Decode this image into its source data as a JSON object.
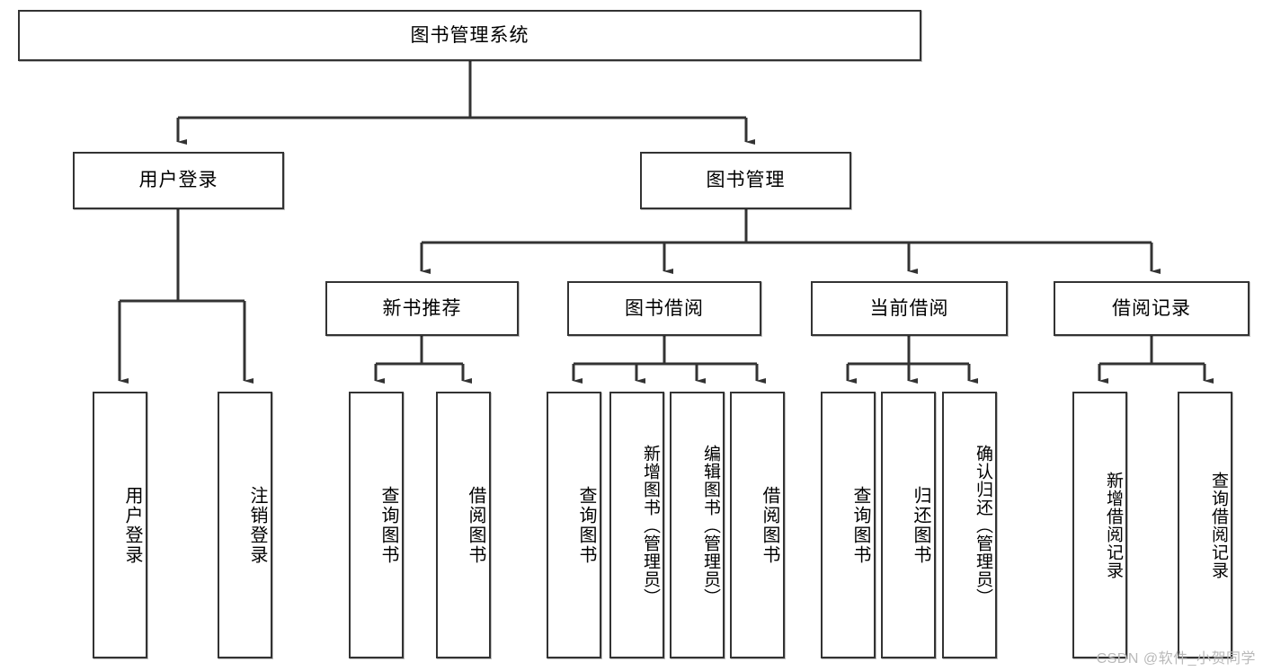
{
  "diagram": {
    "title": "图书管理系统",
    "type": "tree-hierarchy-diagram",
    "root": {
      "id": "root",
      "label": "图书管理系统"
    },
    "level2": [
      {
        "id": "user-login",
        "label": "用户登录"
      },
      {
        "id": "book-manage",
        "label": "图书管理"
      }
    ],
    "level3": [
      {
        "id": "new-book-recommend",
        "label": "新书推荐"
      },
      {
        "id": "book-borrow",
        "label": "图书借阅"
      },
      {
        "id": "current-borrow",
        "label": "当前借阅"
      },
      {
        "id": "borrow-record",
        "label": "借阅记录"
      }
    ],
    "leaves": [
      {
        "id": "leaf-user-login",
        "label": "用户登录",
        "parent": "user-login"
      },
      {
        "id": "leaf-logout-login",
        "label": "注销登录",
        "parent": "user-login"
      },
      {
        "id": "leaf-query-book-1",
        "label": "查询图书",
        "parent": "new-book-recommend"
      },
      {
        "id": "leaf-borrow-book-1",
        "label": "借阅图书",
        "parent": "new-book-recommend"
      },
      {
        "id": "leaf-query-book-2",
        "label": "查询图书",
        "parent": "book-borrow"
      },
      {
        "id": "leaf-add-book-admin",
        "label": "新增图书（管理员）",
        "parent": "book-borrow"
      },
      {
        "id": "leaf-edit-book-admin",
        "label": "编辑图书（管理员）",
        "parent": "book-borrow"
      },
      {
        "id": "leaf-borrow-book-2",
        "label": "借阅图书",
        "parent": "book-borrow"
      },
      {
        "id": "leaf-query-book-3",
        "label": "查询图书",
        "parent": "current-borrow"
      },
      {
        "id": "leaf-return-book",
        "label": "归还图书",
        "parent": "current-borrow"
      },
      {
        "id": "leaf-confirm-return-admin",
        "label": "确认归还（管理员）",
        "parent": "current-borrow"
      },
      {
        "id": "leaf-add-borrow-record",
        "label": "新增借阅记录",
        "parent": "borrow-record"
      },
      {
        "id": "leaf-query-borrow-record",
        "label": "查询借阅记录",
        "parent": "borrow-record"
      }
    ],
    "watermark": "CSDN @软件_小贺同学",
    "colors": {
      "box_border": "#333333",
      "box_fill": "#ffffff",
      "line": "#333333",
      "text": "#000000",
      "watermark": "#b9b9b9"
    }
  }
}
